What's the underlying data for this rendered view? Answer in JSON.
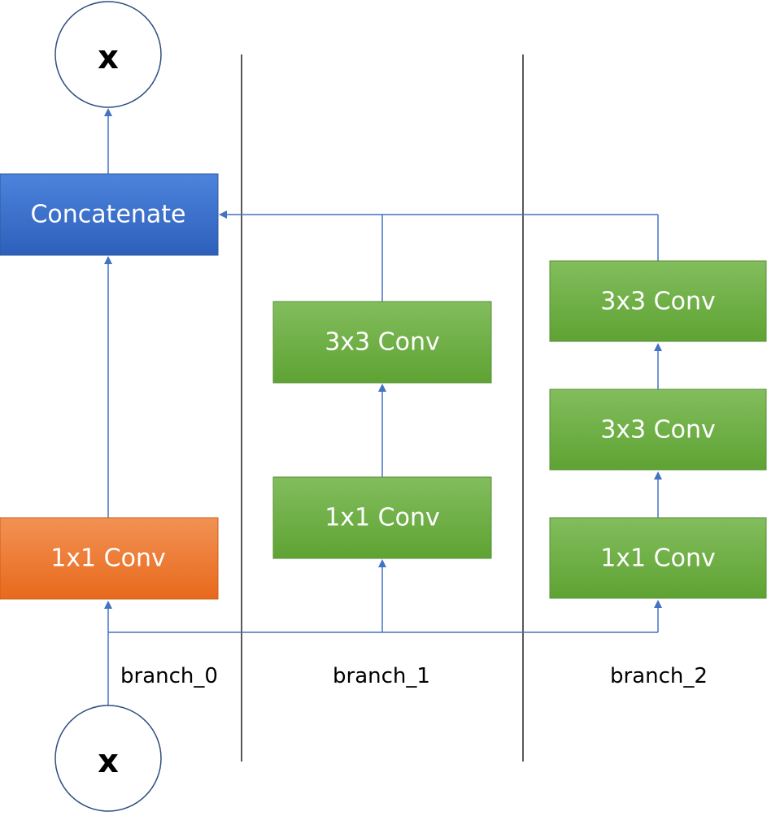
{
  "diagram": {
    "output_node": {
      "label": "x"
    },
    "input_node": {
      "label": "x"
    },
    "concat": {
      "label": "Concatenate"
    },
    "branches": [
      {
        "name": "branch_0",
        "nodes": [
          "1x1 Conv"
        ]
      },
      {
        "name": "branch_1",
        "nodes": [
          "1x1 Conv",
          "3x3 Conv"
        ]
      },
      {
        "name": "branch_2",
        "nodes": [
          "1x1 Conv",
          "3x3 Conv",
          "3x3 Conv"
        ]
      }
    ]
  },
  "colors": {
    "blue_box": "#3a6fca",
    "orange_box": "#ec7a2e",
    "green_box": "#6eae45",
    "arrow": "#4472c4",
    "circle_stroke": "#2f4f7f",
    "divider": "#000000"
  }
}
